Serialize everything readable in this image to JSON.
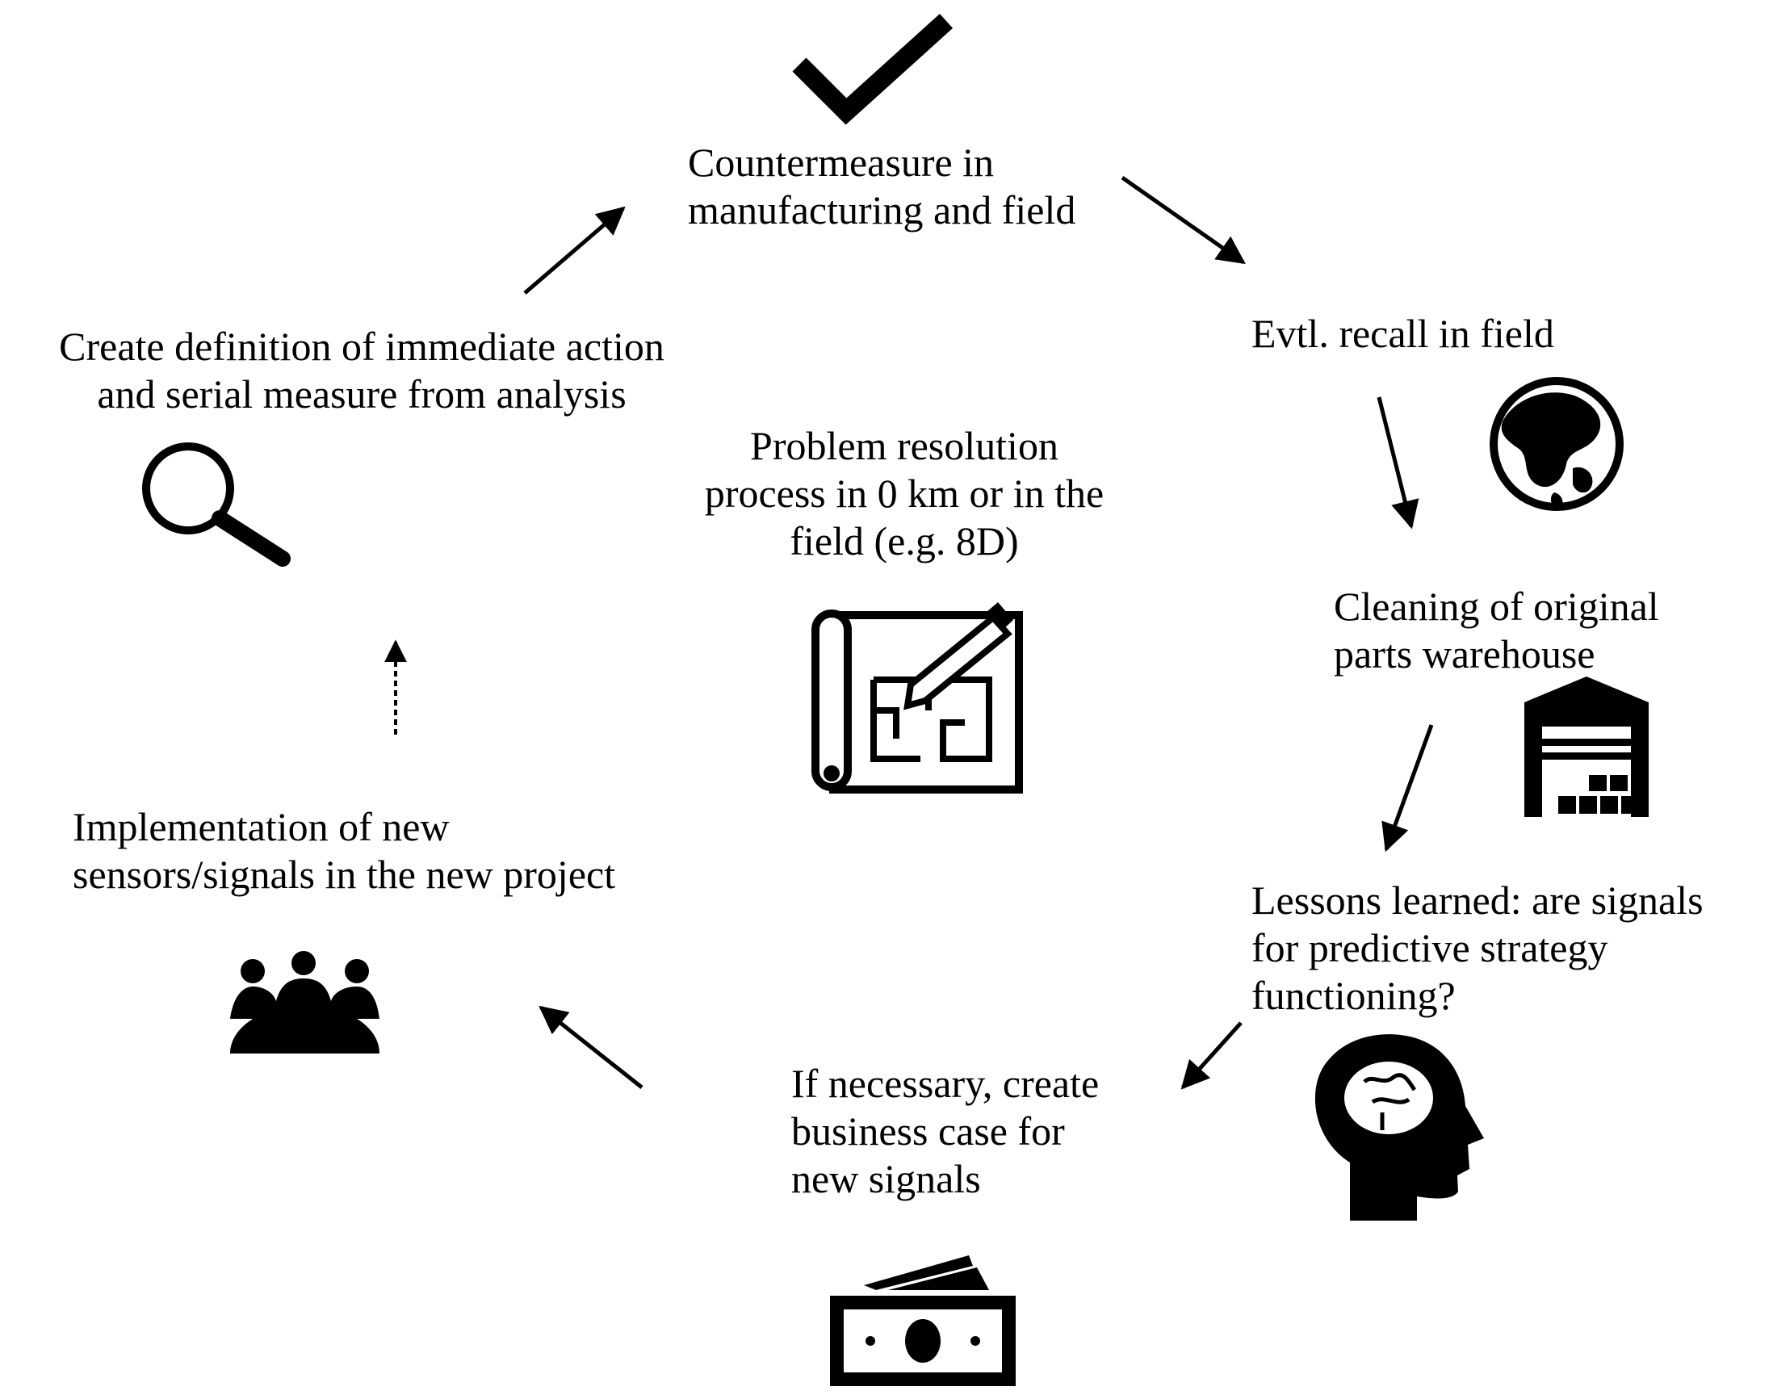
{
  "labels": {
    "countermeasure": [
      "Countermeasure in",
      "manufacturing and field"
    ],
    "recall": [
      "Evtl. recall in field"
    ],
    "cleaning": [
      "Cleaning of original",
      "parts warehouse"
    ],
    "lessons": [
      "Lessons learned:  are signals",
      "for predictive strategy",
      "functioning?"
    ],
    "business": [
      "If necessary, create",
      "business case for",
      "new signals"
    ],
    "implementation": [
      "Implementation of new",
      "sensors/signals in the new project"
    ],
    "definition": [
      "Create definition of immediate action",
      "and serial measure from analysis"
    ],
    "center": [
      "Problem resolution",
      "process in 0 km or in the",
      "field (e.g. 8D)"
    ]
  },
  "icons": [
    "checkmark-icon",
    "globe-icon",
    "warehouse-icon",
    "brain-head-icon",
    "money-icon",
    "meeting-group-icon",
    "magnifier-icon",
    "blueprint-pencil-icon"
  ],
  "colors": {
    "ink": "#000000",
    "background": "#ffffff"
  }
}
